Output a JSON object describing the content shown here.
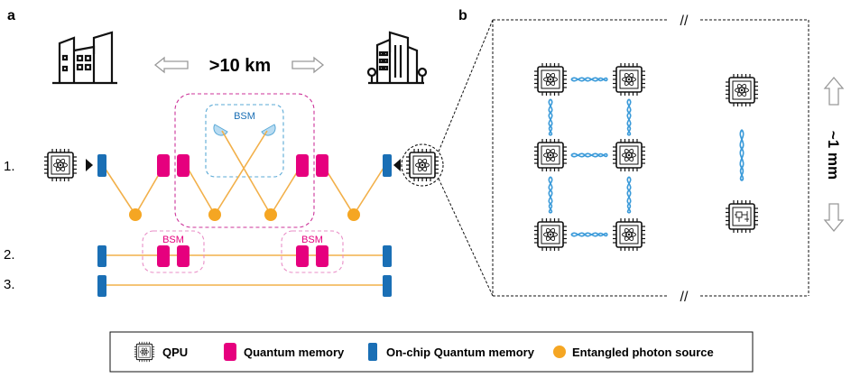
{
  "panel_a": {
    "label": "a",
    "distance": ">10 km",
    "rows": [
      "1.",
      "2.",
      "3."
    ],
    "bsm": "BSM"
  },
  "panel_b": {
    "label": "b",
    "distance": "~1 mm",
    "break_mark": "//"
  },
  "legend": {
    "qpu": "QPU",
    "quantum_memory": "Quantum memory",
    "onchip_memory": "On-chip Quantum memory",
    "photon_source": "Entangled photon source"
  },
  "colors": {
    "memory": "#e6007e",
    "onchip": "#1a6fb5",
    "source": "#f5a623",
    "fiber": "#f2b04a",
    "bsm_blue": "#5aa9d6",
    "bsm_pink": "#cc3399",
    "wave": "#3a9ad9"
  }
}
